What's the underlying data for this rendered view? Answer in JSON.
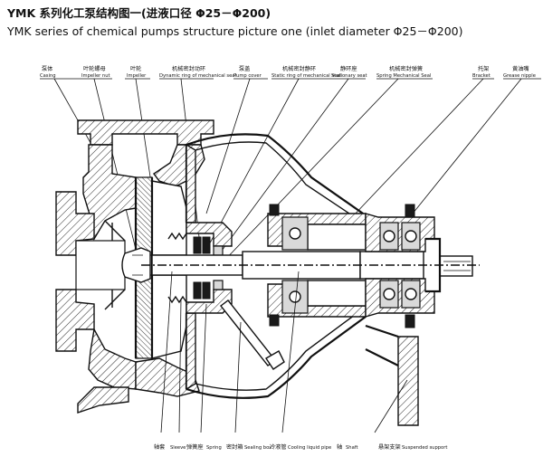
{
  "title": {
    "cn": "YMK 系列化工泵结构图一(进液口径 Φ25－Φ200)",
    "en": "YMK series of chemical pumps structure picture one (inlet diameter Φ25－Φ200)"
  },
  "top_labels": [
    {
      "cn": "泵体",
      "en": "Casing"
    },
    {
      "cn": "叶轮螺母",
      "en": "Impeller nut"
    },
    {
      "cn": "叶轮",
      "en": "Impeller"
    },
    {
      "cn": "机械密封动环",
      "en": "Dynamic ring of mechanical seal"
    },
    {
      "cn": "泵盖",
      "en": "Pump cover"
    },
    {
      "cn": "机械密封静环",
      "en": "Static ring of mechanical seal"
    },
    {
      "cn": "静环座",
      "en": "Stationary seat"
    },
    {
      "cn": "机械密封弹簧",
      "en": "Spring Mechanical Seal"
    },
    {
      "cn": "托架",
      "en": "Bracket"
    },
    {
      "cn": "黄油嘴",
      "en": "Grease nipple"
    }
  ],
  "bottom_labels": [
    {
      "cn": "轴套",
      "en": "Sleeve"
    },
    {
      "cn": "弹簧座",
      "en": "Spring"
    },
    {
      "cn": "密封箱",
      "en": "Sealing box"
    },
    {
      "cn": "冷液管",
      "en": "Cooling liquid pipe"
    },
    {
      "cn": "轴",
      "en": "Shaft"
    },
    {
      "cn": "悬架支架",
      "en": "Suspended support"
    }
  ]
}
